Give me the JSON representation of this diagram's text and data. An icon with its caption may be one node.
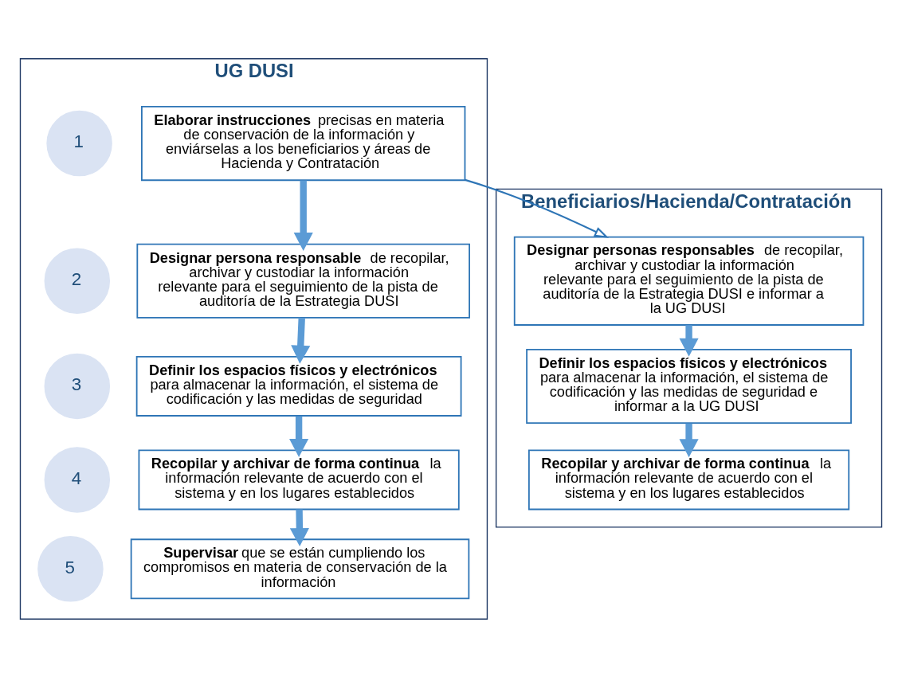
{
  "diagram": {
    "nodes": [
      {
        "text": [
          "UG DUSI"
        ]
      },
      {
        "text": [
          "Beneficiarios/Hacienda/Contratación"
        ]
      },
      {
        "text": [
          "1"
        ],
        "in": 0
      },
      {
        "text": [
          "**Elaborar instrucciones** precisas en materia de conservación de la información y enviárselas a los beneficiarios y áreas de Hacienda y Contratación"
        ],
        "in": 0
      },
      {
        "text": [
          "2"
        ],
        "in": 0
      },
      {
        "text": [
          "**Designar persona responsable** de recopilar, archivar y custodiar la información relevante para el seguimiento de la pista de auditoría de la Estrategia DUSI"
        ],
        "in": 0
      },
      {
        "text": [
          "**Designar personas responsables** de recopilar, archivar y custodiar la información relevante para el seguimiento de la pista de auditoría de la Estrategia DUSI e informar a la UG DUSI"
        ],
        "in": 1
      },
      {
        "text": [
          "3"
        ],
        "in": 0
      },
      {
        "text": [
          "**Definir los espacios físicos y electrónicos** para almacenar la información, el sistema de codificación y las medidas de seguridad"
        ],
        "in": 0
      },
      {
        "text": [
          "**Definir los espacios físicos y electrónicos** para almacenar la información, el sistema de codificación y las medidas de seguridad e informar a la UG DUSI"
        ],
        "in": 1
      },
      {
        "text": [
          "4"
        ],
        "in": 0
      },
      {
        "text": [
          "**Recopilar y archivar de forma continua** la información relevante de acuerdo con el sistema y en los lugares establecidos"
        ],
        "in": 0
      },
      {
        "text": [
          "**Recopilar y archivar de forma continua** la información relevante de acuerdo con el sistema y en los lugares establecidos"
        ],
        "in": 1
      },
      {
        "text": [
          "5"
        ],
        "in": 0
      },
      {
        "text": [
          "**Supervisar** que se están cumpliendo los compromisos en materia de conservación de la información"
        ],
        "in": 0
      }
    ],
    "edges": [
      {
        "from": 3,
        "to": 5,
        "arrow": "to"
      },
      {
        "from": 5,
        "to": 8,
        "arrow": "to"
      },
      {
        "from": 8,
        "to": 11,
        "arrow": "to"
      },
      {
        "from": 11,
        "to": 14,
        "arrow": "to"
      },
      {
        "from": 3,
        "to": 6,
        "arrow": "to",
        "color": "#2e75b6"
      },
      {
        "from": 6,
        "to": 9,
        "arrow": "to"
      },
      {
        "from": 9,
        "to": 12,
        "arrow": "to"
      }
    ]
  }
}
